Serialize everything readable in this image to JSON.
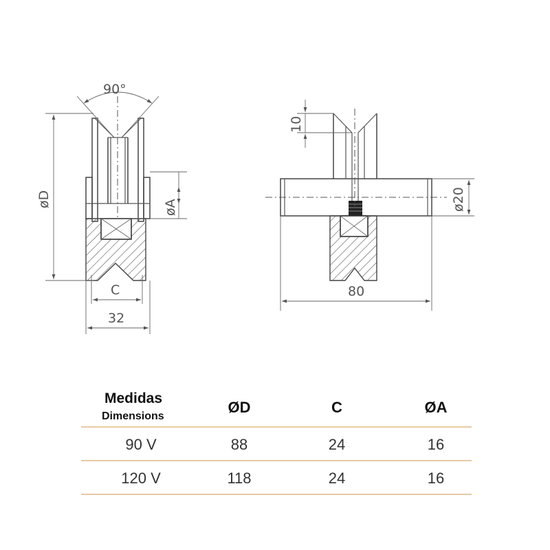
{
  "drawing": {
    "angle_label": "90°",
    "diameter_d_label": "øD",
    "diameter_a_label": "øA",
    "c_label": "C",
    "width_label": "32",
    "groove_depth_label": "10",
    "axle_diameter_label": "ø20",
    "axle_length_label": "80"
  },
  "table": {
    "title": "Medidas",
    "subtitle": "Dimensions",
    "headers": [
      "ØD",
      "C",
      "ØA"
    ],
    "rows": [
      {
        "model": "90 V",
        "d": "88",
        "c": "24",
        "a": "16"
      },
      {
        "model": "120 V",
        "d": "118",
        "c": "24",
        "a": "16"
      }
    ]
  }
}
